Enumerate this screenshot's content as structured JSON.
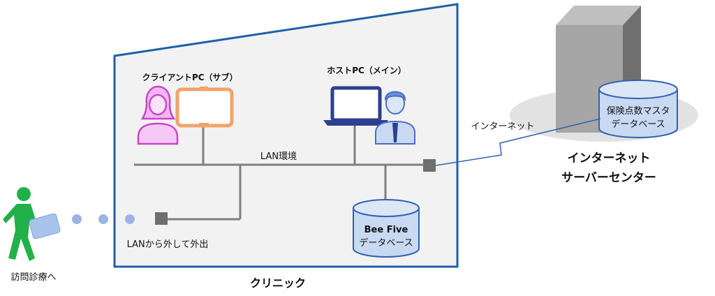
{
  "labels": {
    "client_pc": "クライアントPC（サブ）",
    "host_pc": "ホストPC（メイン）",
    "lan": "LAN環境",
    "internet": "インターネット",
    "master_db_line1": "保険点数マスタ",
    "master_db_line2": "データベース",
    "server_center_line1": "インターネット",
    "server_center_line2": "サーバーセンター",
    "beefive_line1": "Bee Five",
    "beefive_line2": "データベース",
    "takeout": "LANから外して外出",
    "visit": "訪問診療へ",
    "clinic": "クリニック"
  },
  "colors": {
    "clinic_border": "#1f5fa8",
    "clinic_fill": "#f2f2f2",
    "lan_line": "#7f7f7f",
    "db_fill": "#c9d9f2",
    "db_stroke": "#2f62b0",
    "client_person": "#cc44cc",
    "tablet_frame": "#f2a36a",
    "laptop": "#2d3f8f",
    "host_person": "#6a8fd8",
    "walker": "#22b04a",
    "dots": "#9db4e3",
    "server": "#808080"
  }
}
